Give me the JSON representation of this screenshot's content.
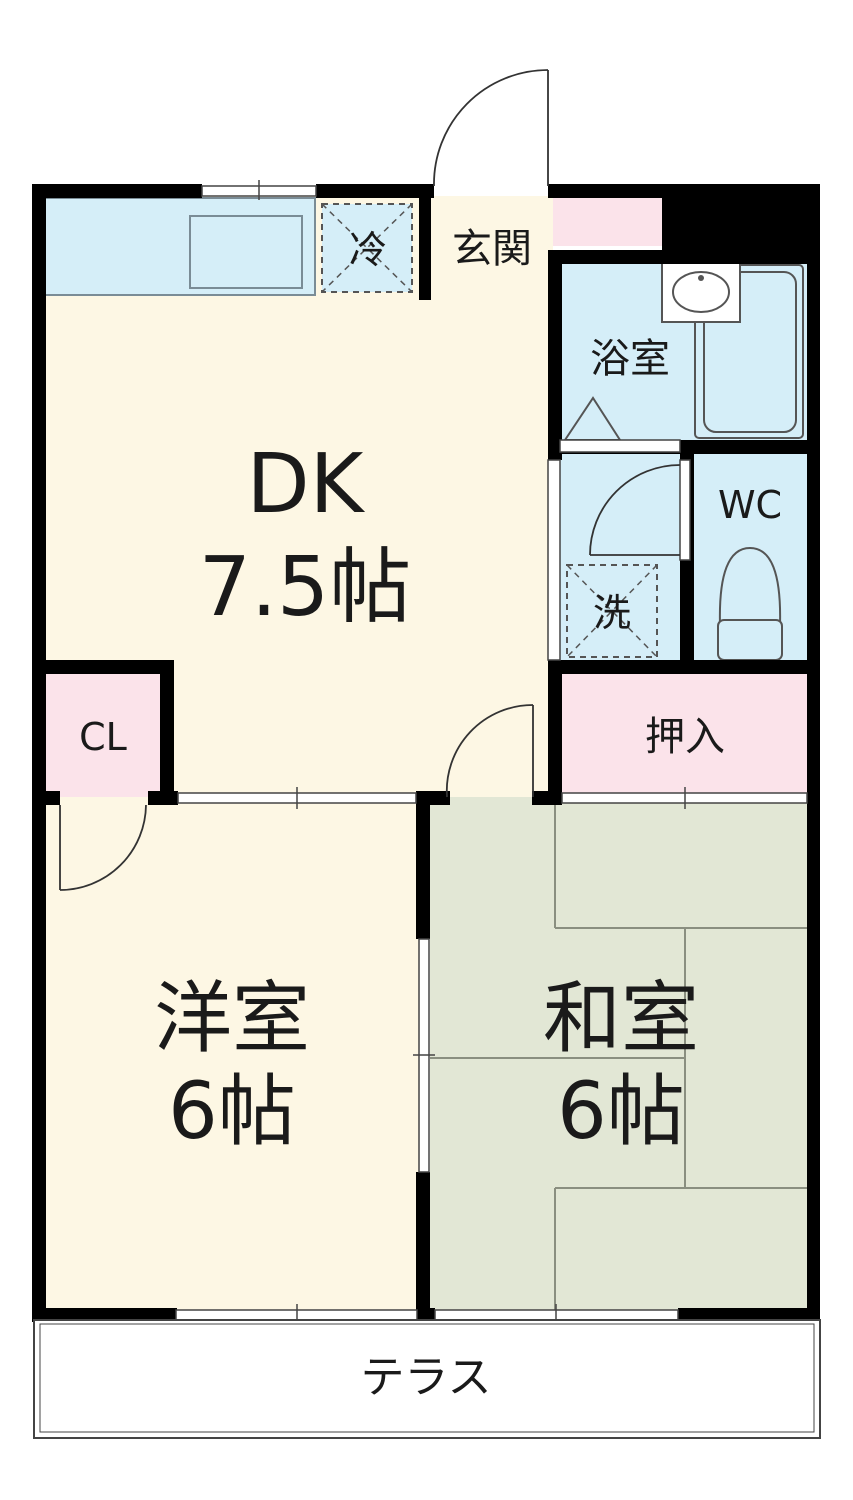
{
  "rooms": {
    "dk_name": "DK",
    "dk_size": "7.5帖",
    "western_name": "洋室",
    "western_size": "6帖",
    "japanese_name": "和室",
    "japanese_size": "6帖",
    "bath": "浴室",
    "wc": "WC",
    "closet": "CL",
    "oshiire": "押入",
    "entrance": "玄関",
    "fridge": "冷",
    "washer": "洗",
    "terrace": "テラス"
  },
  "colors": {
    "dk_floor": "#fdf7e4",
    "western_floor": "#fdf7e4",
    "tatami": "#e2e7d5",
    "wet_area": "#d5eef8",
    "storage": "#fbe3ea",
    "wall": "#000000"
  }
}
